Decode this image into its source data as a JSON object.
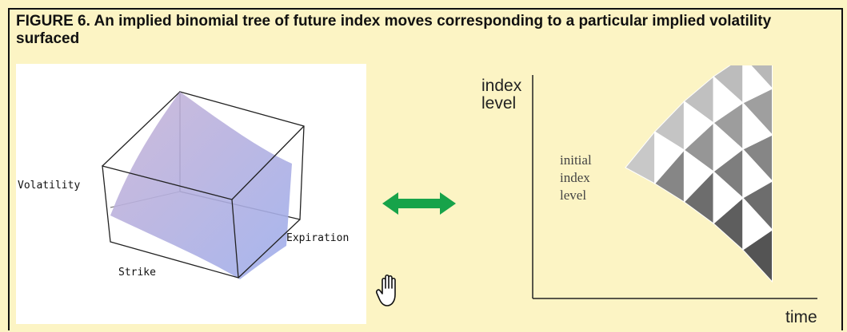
{
  "caption": "FIGURE 6.  An implied binomial tree of future index moves corresponding to a particular implied volatility surfaced",
  "surface_panel": {
    "label_volatility": "Volatility",
    "label_strike": "Strike",
    "label_expiration": "Expiration"
  },
  "tree_panel": {
    "y_axis_label_line1": "index",
    "y_axis_label_line2": "level",
    "x_axis_label": "time",
    "initial_line1": "initial",
    "initial_line2": "index",
    "initial_line3": "level"
  },
  "colors": {
    "background": "#fcf4c4",
    "surface_fill": "#a6a9e4",
    "arrow": "#17a34a"
  },
  "icons": [
    "double-arrow-icon",
    "hand-cursor-icon"
  ]
}
